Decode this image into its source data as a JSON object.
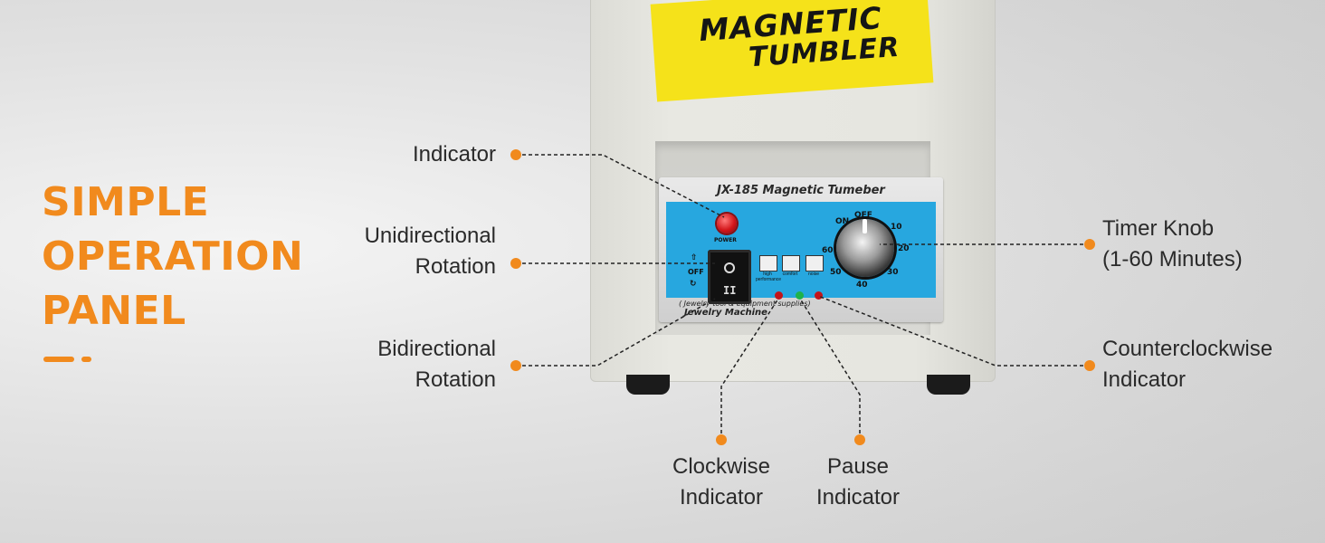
{
  "headline": [
    "SIMPLE",
    "OPERATION",
    "PANEL"
  ],
  "sticker": {
    "line1": "MAGNETIC",
    "line2": "TUMBLER"
  },
  "panel": {
    "title": "JX-185 Magnetic Tumeber",
    "power_label": "POWER",
    "switch_label": "OFF",
    "mode_labels": [
      "high performance",
      "comfort",
      "noise"
    ],
    "footer_line1": "( Jewelry tool & equipment supplies)",
    "footer_line2": "Jewelry Machine",
    "dial": {
      "on": "ON",
      "off": "OFF",
      "marks": [
        "10",
        "20",
        "30",
        "40",
        "50",
        "60"
      ]
    }
  },
  "callouts": {
    "indicator": "Indicator",
    "unidirectional": [
      "Unidirectional",
      "Rotation"
    ],
    "bidirectional": [
      "Bidirectional",
      "Rotation"
    ],
    "timer": [
      "Timer Knob",
      "(1-60 Minutes)"
    ],
    "counterclockwise": [
      "Counterclockwise",
      "Indicator"
    ],
    "clockwise": [
      "Clockwise",
      "Indicator"
    ],
    "pause": [
      "Pause",
      "Indicator"
    ]
  },
  "colors": {
    "accent": "#f18a1d",
    "panel_blue": "#27a7df",
    "sticker_yellow": "#f5e21a"
  }
}
